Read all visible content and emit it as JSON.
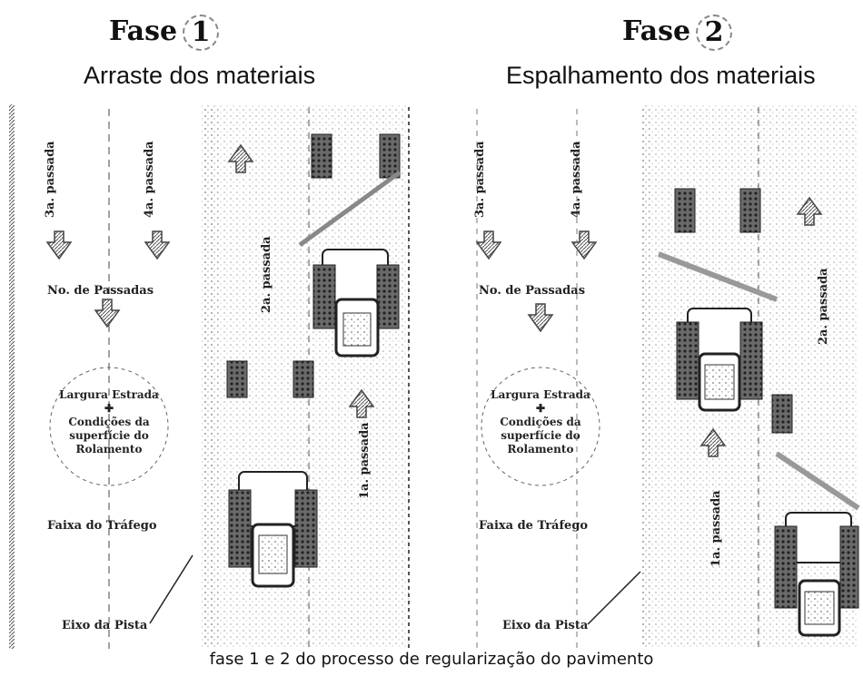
{
  "caption": "fase 1 e 2 do processo de regularização do pavimento",
  "phases": [
    {
      "title": "Fase",
      "number": "1",
      "subtitle": "Arraste dos materiais",
      "passes_left": [
        "3a. passada",
        "4a. passada"
      ],
      "passes_road": [
        "2a. passada",
        "1a. passada"
      ],
      "passes_label": "No. de Passadas",
      "circle": [
        "Largura Estrada",
        "✚",
        "Condições da",
        "superfície do",
        "Rolamento"
      ],
      "lane_label": "Faixa do Tráfego",
      "axis_label": "Eixo da Pista"
    },
    {
      "title": "Fase",
      "number": "2",
      "subtitle": "Espalhamento dos materiais",
      "passes_left": [
        "3a. passada",
        "4a. passada"
      ],
      "passes_road": [
        "2a. passada",
        "1a. passada"
      ],
      "passes_label": "No. de Passadas",
      "circle": [
        "Largura Estrada",
        "✚",
        "Condições da",
        "superfície do",
        "Rolamento"
      ],
      "lane_label": "Faixa de Tráfego",
      "axis_label": "Eixo da Pista"
    }
  ]
}
